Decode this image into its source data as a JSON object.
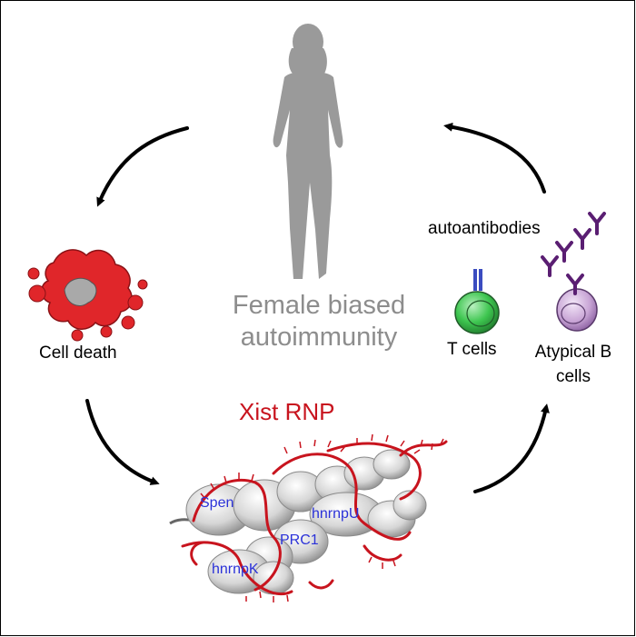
{
  "center": {
    "line1": "Female biased",
    "line2": "autoimmunity"
  },
  "xist": {
    "title": "Xist RNP",
    "proteins": {
      "spen": "Spen",
      "hnrnpu": "hnrnpU",
      "prc1": "PRC1",
      "hnrnpk": "hnrnpK"
    }
  },
  "cell_death": {
    "label": "Cell death"
  },
  "immune": {
    "autoantibodies": "autoantibodies",
    "t_cells": "T cells",
    "atypical_b_line1": "Atypical B",
    "atypical_b_line2": "cells"
  },
  "colors": {
    "silhouette": "#9a9a9a",
    "xist_red": "#c8141e",
    "protein_blue": "#2b32d8",
    "tcell_green": "#35b84a",
    "bcell_purple": "#c9a6d6",
    "antibody_purple": "#5a1e72",
    "cell_death_red": "#e0262a"
  }
}
